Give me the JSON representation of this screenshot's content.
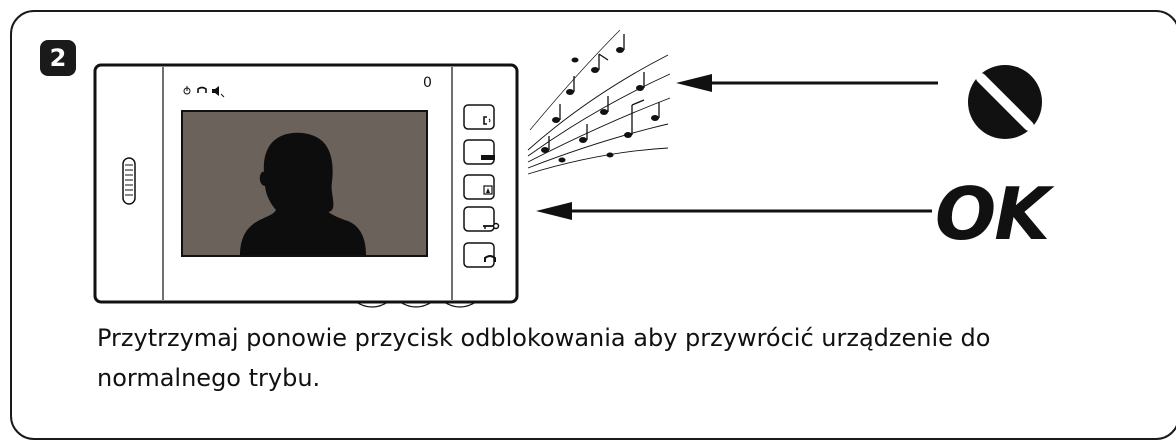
{
  "step": {
    "number": "2"
  },
  "device": {
    "display_indicator": "0"
  },
  "labels": {
    "ok": "OK"
  },
  "caption": "Przytrzymaj ponowie przycisk odblokowania aby przywrócić urządzenie do normalnego trybu.",
  "icons": {
    "ring_blocked": "no-entry-icon",
    "ok_target": "unlock-key-button"
  },
  "colors": {
    "screen": "#6b625c",
    "ink": "#111111"
  }
}
